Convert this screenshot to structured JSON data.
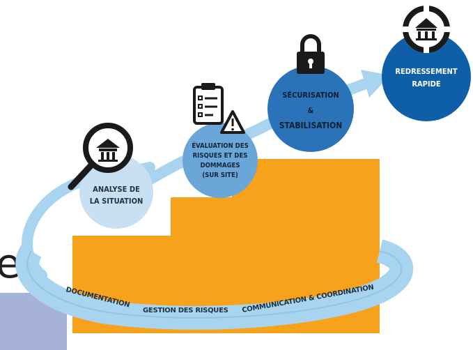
{
  "stages": {
    "analysis": {
      "line1": "ANALYSE DE",
      "line2": "LA SITUATION"
    },
    "evaluation": {
      "line1": "ÉVALUATION DES",
      "line2": "RISQUES ET DES",
      "line3": "DOMMAGES",
      "line4": "(SUR SITE)"
    },
    "securing": {
      "line1": "SÉCURISATION",
      "line2": "&",
      "line3": "STABILISATION"
    },
    "recovery": {
      "line1": "REDRESSEMENT",
      "line2": "RAPIDE"
    }
  },
  "band": {
    "documentation": "DOCUMENTATION",
    "risk_management": "GESTION DES RISQUES",
    "communication": "COMMUNICATION & COORDINATION"
  },
  "edge_fragment": "e",
  "colors": {
    "stairs": "#f7a21b",
    "band": "#a9d4ef",
    "band_edge": "#7cbde4",
    "circle_light": "#c8e0f1",
    "circle_mid": "#6aa6d8",
    "circle_dark": "#2b73b8",
    "circle_navy": "#0e5fa8",
    "icon_dark": "#1a1a1a"
  }
}
